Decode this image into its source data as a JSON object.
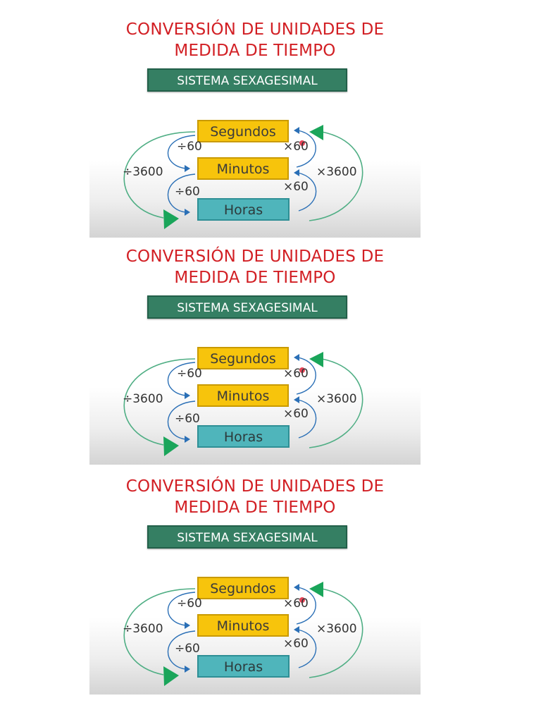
{
  "panels": [
    {
      "title_line1": "CONVERSIÓN DE UNIDADES DE",
      "title_line2": "MEDIDA DE TIEMPO",
      "banner": "SISTEMA SEXAGESIMAL",
      "units": {
        "seconds": "Segundos",
        "minutes": "Minutos",
        "hours": "Horas"
      },
      "operations": {
        "sec_to_min": "÷60",
        "min_to_hour": "÷60",
        "sec_to_hour": "÷3600",
        "min_to_sec": "×60",
        "hour_to_min": "×60",
        "hour_to_sec": "×3600"
      }
    },
    {
      "title_line1": "CONVERSIÓN DE UNIDADES DE",
      "title_line2": "MEDIDA DE TIEMPO",
      "banner": "SISTEMA SEXAGESIMAL",
      "units": {
        "seconds": "Segundos",
        "minutes": "Minutos",
        "hours": "Horas"
      },
      "operations": {
        "sec_to_min": "÷60",
        "min_to_hour": "÷60",
        "sec_to_hour": "÷3600",
        "min_to_sec": "×60",
        "hour_to_min": "×60",
        "hour_to_sec": "×3600"
      }
    },
    {
      "title_line1": "CONVERSIÓN DE UNIDADES DE",
      "title_line2": "MEDIDA DE TIEMPO",
      "banner": "SISTEMA SEXAGESIMAL",
      "units": {
        "seconds": "Segundos",
        "minutes": "Minutos",
        "hours": "Horas"
      },
      "operations": {
        "sec_to_min": "÷60",
        "min_to_hour": "÷60",
        "sec_to_hour": "÷3600",
        "min_to_sec": "×60",
        "hour_to_min": "×60",
        "hour_to_sec": "×3600"
      }
    }
  ],
  "colors": {
    "title": "#d21f24",
    "banner": "#357f63",
    "unit_yellow": "#f7c40c",
    "unit_teal": "#4fb5bb",
    "arrow_blue": "#2a6fb6",
    "arrow_green": "#1aa55a",
    "marker_red": "#e0233a"
  }
}
